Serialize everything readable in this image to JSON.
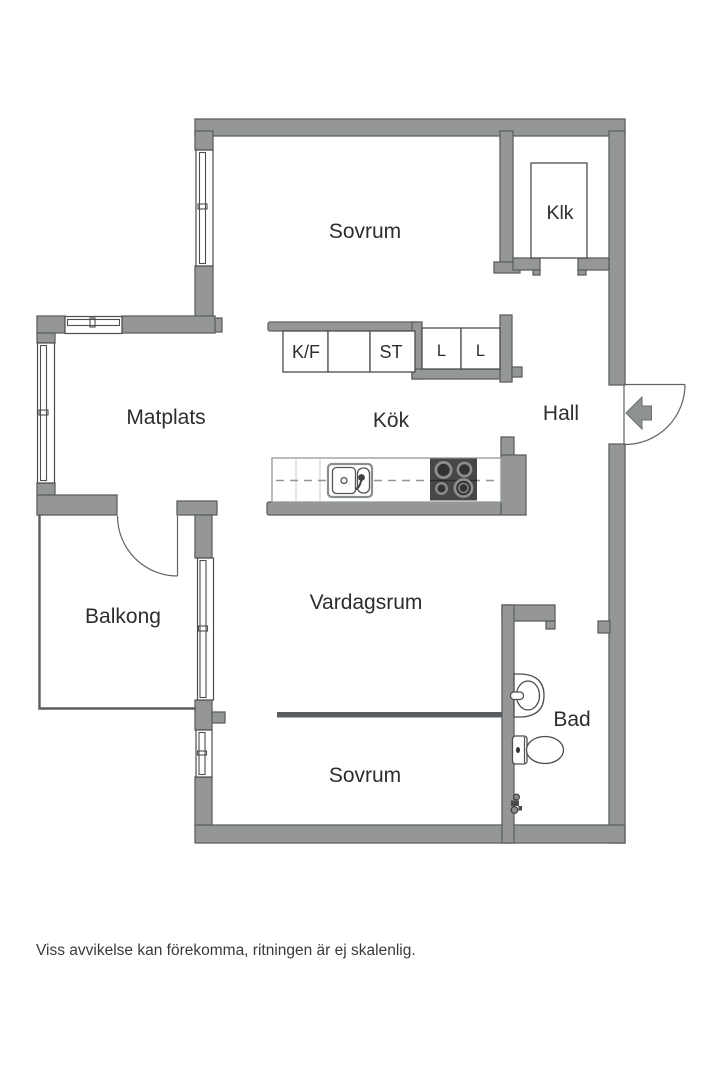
{
  "floorplan": {
    "rooms": {
      "sovrum_top": "Sovrum",
      "klk": "Klk",
      "matplats": "Matplats",
      "kok": "Kök",
      "hall": "Hall",
      "balkong": "Balkong",
      "vardagsrum": "Vardagsrum",
      "bad": "Bad",
      "sovrum_bottom": "Sovrum"
    },
    "cabinets": {
      "fridge_freezer": "K/F",
      "cleaning_cupboard": "ST",
      "linen_left": "L",
      "linen_right": "L"
    },
    "colors": {
      "wall_fill": "#949697",
      "wall_outline": "#5e6162",
      "thin_line": "#4b4e4f",
      "stove_fill": "#474747",
      "text": "#2d2d2d"
    }
  },
  "footer": {
    "disclaimer": "Viss avvikelse kan förekomma, ritningen är ej skalenlig."
  }
}
